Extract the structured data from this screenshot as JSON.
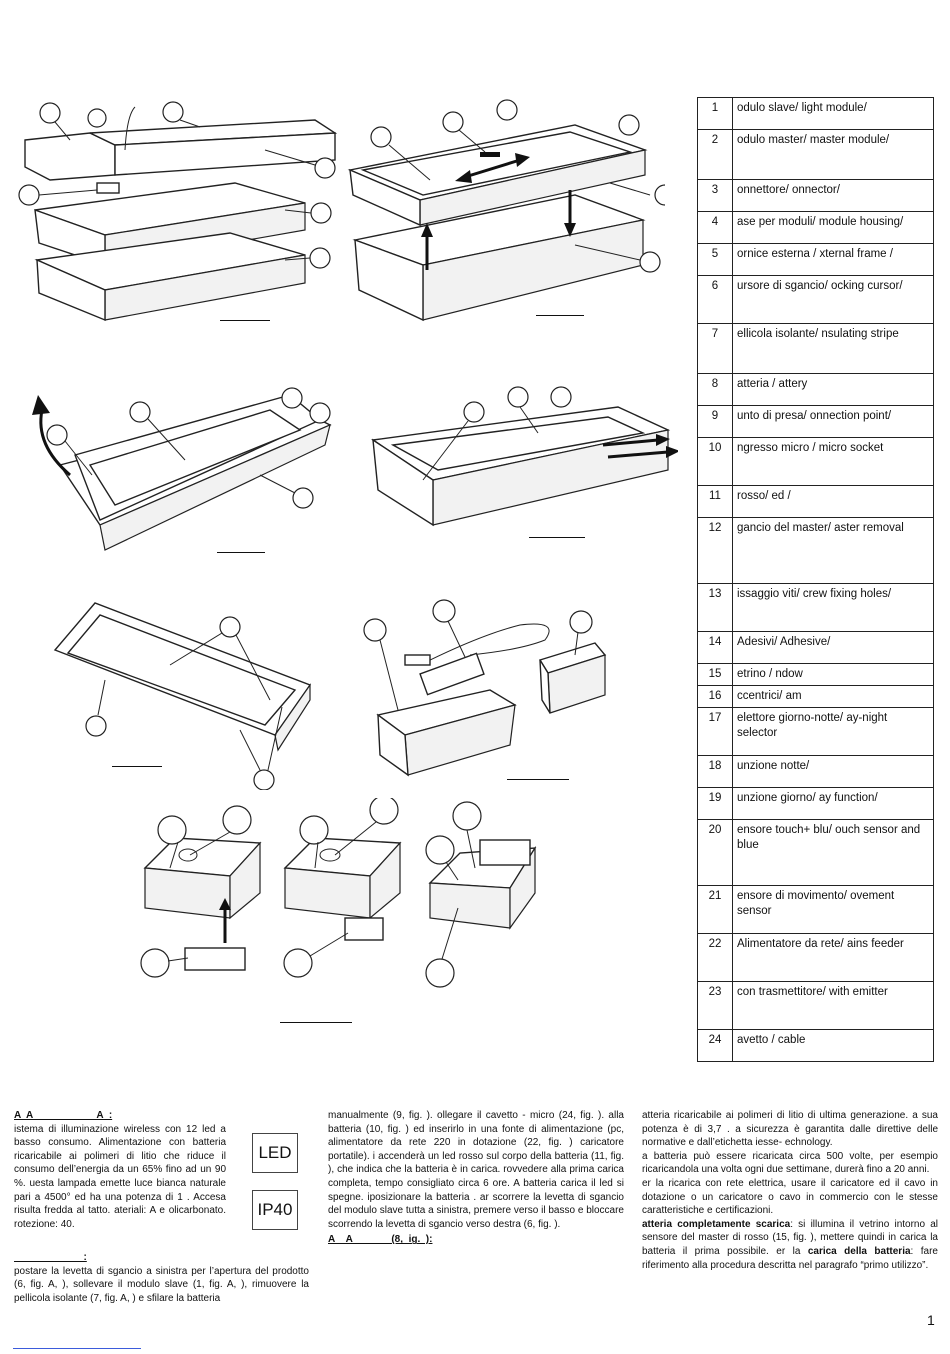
{
  "legend": [
    {
      "num": "1",
      "text": "odulo slave/ light module/"
    },
    {
      "num": "2",
      "text": "odulo master/ master module/"
    },
    {
      "num": "3",
      "text": "onnettore/   onnector/"
    },
    {
      "num": "4",
      "text": "ase per moduli/ module housing/"
    },
    {
      "num": "5",
      "text": "ornice esterna /   xternal frame /"
    },
    {
      "num": "6",
      "text": "ursore di sgancio/   ocking cursor/"
    },
    {
      "num": "7",
      "text": "ellicola isolante/   nsulating stripe"
    },
    {
      "num": "8",
      "text": "atteria            /   attery"
    },
    {
      "num": "9",
      "text": "unto di presa/   onnection point/"
    },
    {
      "num": "10",
      "text": "ngresso micro       / micro socket"
    },
    {
      "num": "11",
      "text": "rosso/   ed       /"
    },
    {
      "num": "12",
      "text": "gancio del master/    aster removal"
    },
    {
      "num": "13",
      "text": "issaggio viti/   crew fixing holes/"
    },
    {
      "num": "14",
      "text": "Adesivi/ Adhesive/"
    },
    {
      "num": "15",
      "text": "etrino /    ndow"
    },
    {
      "num": "16",
      "text": "ccentrici/   am"
    },
    {
      "num": "17",
      "text": "elettore giorno-notte/   ay-night selector"
    },
    {
      "num": "18",
      "text": "unzione notte/"
    },
    {
      "num": "19",
      "text": "unzione giorno/   ay function/"
    },
    {
      "num": "20",
      "text": "ensore touch+       blu/   ouch sensor and blue"
    },
    {
      "num": "21",
      "text": "ensore di movimento/    ovement sensor"
    },
    {
      "num": "22",
      "text": "Alimentatore da rete/   ains feeder"
    },
    {
      "num": "23",
      "text": "con trasmettitore/        with emitter"
    },
    {
      "num": "24",
      "text": "avetto      /        cable"
    }
  ],
  "badges": {
    "led": "LED",
    "ip": "IP40"
  },
  "col1": {
    "heading": "A  A                       A  :",
    "p1": "istema di illuminazione wireless con 12 led a basso consumo. Alimentazione con batteria ricaricabile ai polimeri di litio che riduce il consumo dell’energia da un 65% fino ad un 90 %.  uesta lampada emette luce bianca naturale pari a 4500°  ed ha una potenza di 1   . Accesa risulta fredda al tatto.   ateriali: A   e  olicarbonato.  rotezione: 40.",
    "heading2": "                         :",
    "p2": "postare la levetta di sgancio  a sinistra per l’apertura del prodotto (6, fig. A, ), sollevare il modulo slave (1, fig. A, ), rimuovere la pellicola isolante (7, fig. A, ) e sfilare la batteria"
  },
  "col2": {
    "p1": "manualmente (9, fig.  ).  ollegare il cavetto      - micro        (24, fig.  ).  alla batteria (10, fig.  ) ed inserirlo in una fonte di alimentazione       (pc, alimentatore da rete 220  in dotazione (22, fig.  ) caricatore portatile).  i accenderà un led rosso sul corpo della batteria (11, fig.  ), che indica che la batteria è in carica.  rovvedere alla prima carica completa, tempo consigliato circa 6 ore. A batteria carica il led si spegne.  iposizionare la batteria            .  ar scorrere la levetta di sgancio del modulo slave tutta a sinistra, premere verso il basso e bloccare scorrendo la levetta di sgancio verso destra (6, fig.  ).",
    "heading": "A    A              (8,  ig.  ):"
  },
  "col3": {
    "p1": "atteria ricaricabile ai polimeri di litio di ultima generazione.  a sua potenza è di 3,7 .  a sicurezza è garantita dalle direttive delle normative    e dall’etichetta  iesse- echnology.",
    "p2": "a batteria può essere ricaricata circa 500 volte, per esempio ricaricandola una volta ogni due settimane, durerà fino a 20 anni.",
    "p3": "er la ricarica con rete elettrica, usare il caricatore ed il cavo in dotazione o un caricatore o cavo in commercio con le stesse caratteristiche e certificazioni.",
    "p4a": "atteria completamente scarica",
    "p4b": ":  si illumina il vetrino intorno al sensore del master di rosso (15, fig.  ), mettere quindi in carica la batteria il prima possibile.  er la ",
    "p4c": "carica della batteria",
    "p4d": ": fare riferimento alla procedura descritta nel paragrafo “primo utilizzo”."
  },
  "page_number": "1"
}
